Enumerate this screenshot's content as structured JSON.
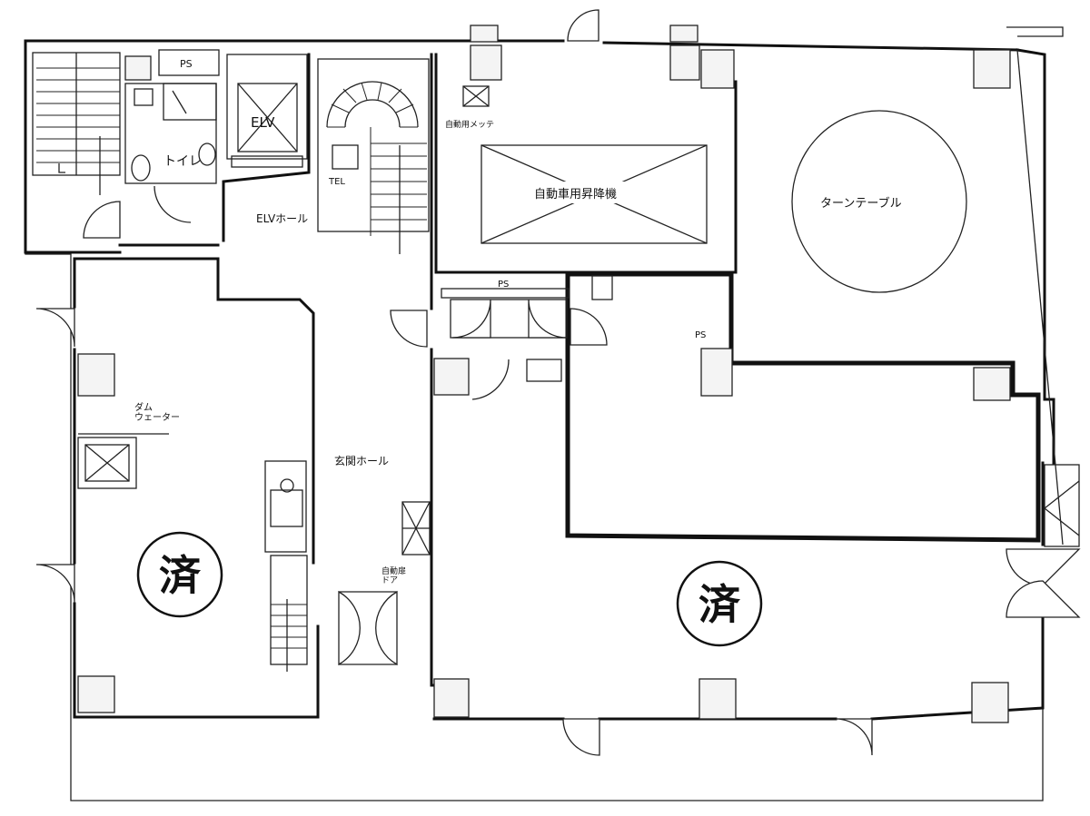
{
  "labels": {
    "ps_top": "PS",
    "elv": "ELV",
    "toilet": "トイレ",
    "elv_hall": "ELVホール",
    "tel": "TEL",
    "auto_shop": "自動用メッテ",
    "parking_elevator": "自動車用昇降機",
    "turntable": "ターンテーブル",
    "ps_mid": "PS",
    "ps_right": "PS",
    "dumbwaiter": "ダム\nウェーター",
    "entrance_hall": "玄関ホール",
    "auto_door": "自動扉\nドア",
    "done_left": "済",
    "done_right": "済"
  }
}
